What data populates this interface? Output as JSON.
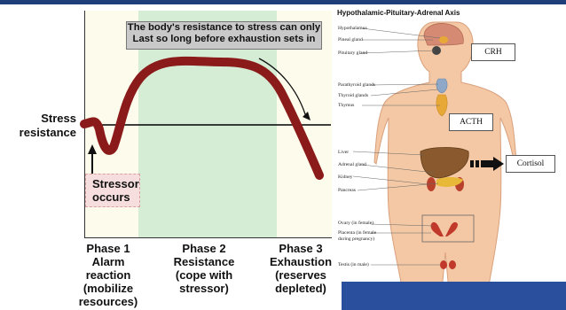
{
  "graph": {
    "callout_line1": "The body's resistance to stress can only",
    "callout_line2": "Last so long before exhaustion sets in",
    "y_label_line1": "Stress",
    "y_label_line2": "resistance",
    "stressor_line1": "Stressor",
    "stressor_line2": "occurs",
    "phases": [
      {
        "l1": "Phase 1",
        "l2": "Alarm",
        "l3": "reaction",
        "l4": "(mobilize",
        "l5": "resources)"
      },
      {
        "l1": "Phase 2",
        "l2": "Resistance",
        "l3": "(cope with",
        "l4": "stressor)",
        "l5": ""
      },
      {
        "l1": "Phase 3",
        "l2": "Exhaustion",
        "l3": "(reserves",
        "l4": "depleted)",
        "l5": ""
      }
    ]
  },
  "hpa": {
    "title": "Hypothalamic-Pituitary-Adrenal Axis",
    "labels": {
      "hypothalamus": "Hypothalamus",
      "pineal": "Pineal gland",
      "pituitary": "Pituitary gland",
      "parathyroid": "Parathyroid glands",
      "thyroid": "Thyroid glands",
      "thymus": "Thymus",
      "liver": "Liver",
      "adrenal": "Adrenal gland",
      "kidney": "Kidney",
      "pancreas": "Pancreas",
      "ovary": "Ovary (in female)",
      "placenta1": "Placenta (in female",
      "placenta2": "during pregnancy)",
      "testis": "Testis (in male)"
    },
    "crh": "CRH",
    "acth": "ACTH",
    "cortisol": "Cortisol"
  },
  "colors": {
    "background": "#1e3f7a",
    "curve": "#8b1a1a",
    "phase2_band": "#d5ecd5",
    "plot_bg": "#fdfcec",
    "skin": "#f4c8a4",
    "liver": "#8a5a2e",
    "gland": "#e8a838"
  },
  "icons": [
    "down-arrow-icon",
    "up-arrow-icon",
    "right-arrow-icon"
  ]
}
